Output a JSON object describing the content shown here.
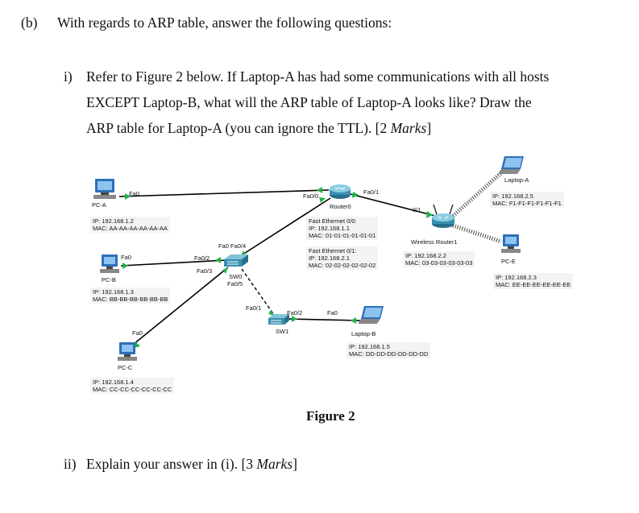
{
  "question": {
    "part_label": "(b)",
    "part_text": "With regards to ARP table, answer the following questions:",
    "sub_i_label": "i)",
    "sub_i_lines": [
      "Refer to Figure 2 below. If Laptop-A has had some communications with all hosts",
      "EXCEPT Laptop-B, what will the ARP table of Laptop-A looks like? Draw the",
      "ARP table for Laptop-A (you can ignore the TTL). [2 "
    ],
    "marks_word": "Marks",
    "marks_close": "]",
    "sub_ii_label": "ii)",
    "sub_ii_text": "Explain your answer in (i). [3 ",
    "sub_ii_marks_word": "Marks",
    "sub_ii_close": "]"
  },
  "figure": {
    "caption": "Figure 2",
    "devices": {
      "pc_a": {
        "name": "PC-A",
        "port": "Fa0",
        "ip": "IP: 192.168.1.2",
        "mac": "MAC: AA-AA-AA-AA-AA-AA"
      },
      "pc_b": {
        "name": "PC-B",
        "port": "Fa0",
        "ip": "IP: 192.168.1.3",
        "mac": "MAC: BB-BB-BB-BB-BB-BB"
      },
      "pc_c": {
        "name": "PC-C",
        "port": "Fa0",
        "ip": "IP: 192.168.1.4",
        "mac": "MAC: CC-CC-CC-CC-CC-CC"
      },
      "sw0": {
        "name": "SW0",
        "ports": {
          "fa04": "Fa0 Fa0/4",
          "fa02": "Fa0/2",
          "fa03": "Fa0/3",
          "fa05": "Fa0/5",
          "fa01": "Fa0/1"
        }
      },
      "sw1": {
        "name": "SW1",
        "port": "Fa0/2"
      },
      "router0": {
        "name": "Router0",
        "port0": "Fa0/0",
        "port1": "Fa0/1",
        "fe0": [
          "Fast Ethernet 0/0:",
          "IP: 192.168.1.1",
          "MAC: 01-01-01-01-01-01"
        ],
        "fe1": [
          "Fast Ethernet 0/1:",
          "IP: 192.168.2.1",
          "MAC: 02-02-02-02-02-02"
        ]
      },
      "wireless_router1": {
        "name": "Wireless Router1",
        "port": "0/1",
        "ip": "IP: 192.168.2.2",
        "mac": "MAC: 03-03-03-03-03-03"
      },
      "laptop_a": {
        "name": "Laptop-A",
        "ip": "IP: 192.168.2.5",
        "mac": "MAC: F1-F1-F1-F1-F1-F1"
      },
      "laptop_b": {
        "name": "Laptop-B",
        "port": "Fa0",
        "ip": "IP: 192.168.1.5",
        "mac": "MAC: DD-DD-DD-DD-DD-DD"
      },
      "pc_e": {
        "name": "PC-E",
        "ip": "IP: 192.168.2.3",
        "mac": "MAC: EE-EE-EE-EE-EE-EE"
      }
    }
  },
  "colors": {
    "link": "#000000",
    "link_up": "#21b24b",
    "device_blue": "#2e6fb8",
    "info_bg": "#f3f3f3"
  }
}
